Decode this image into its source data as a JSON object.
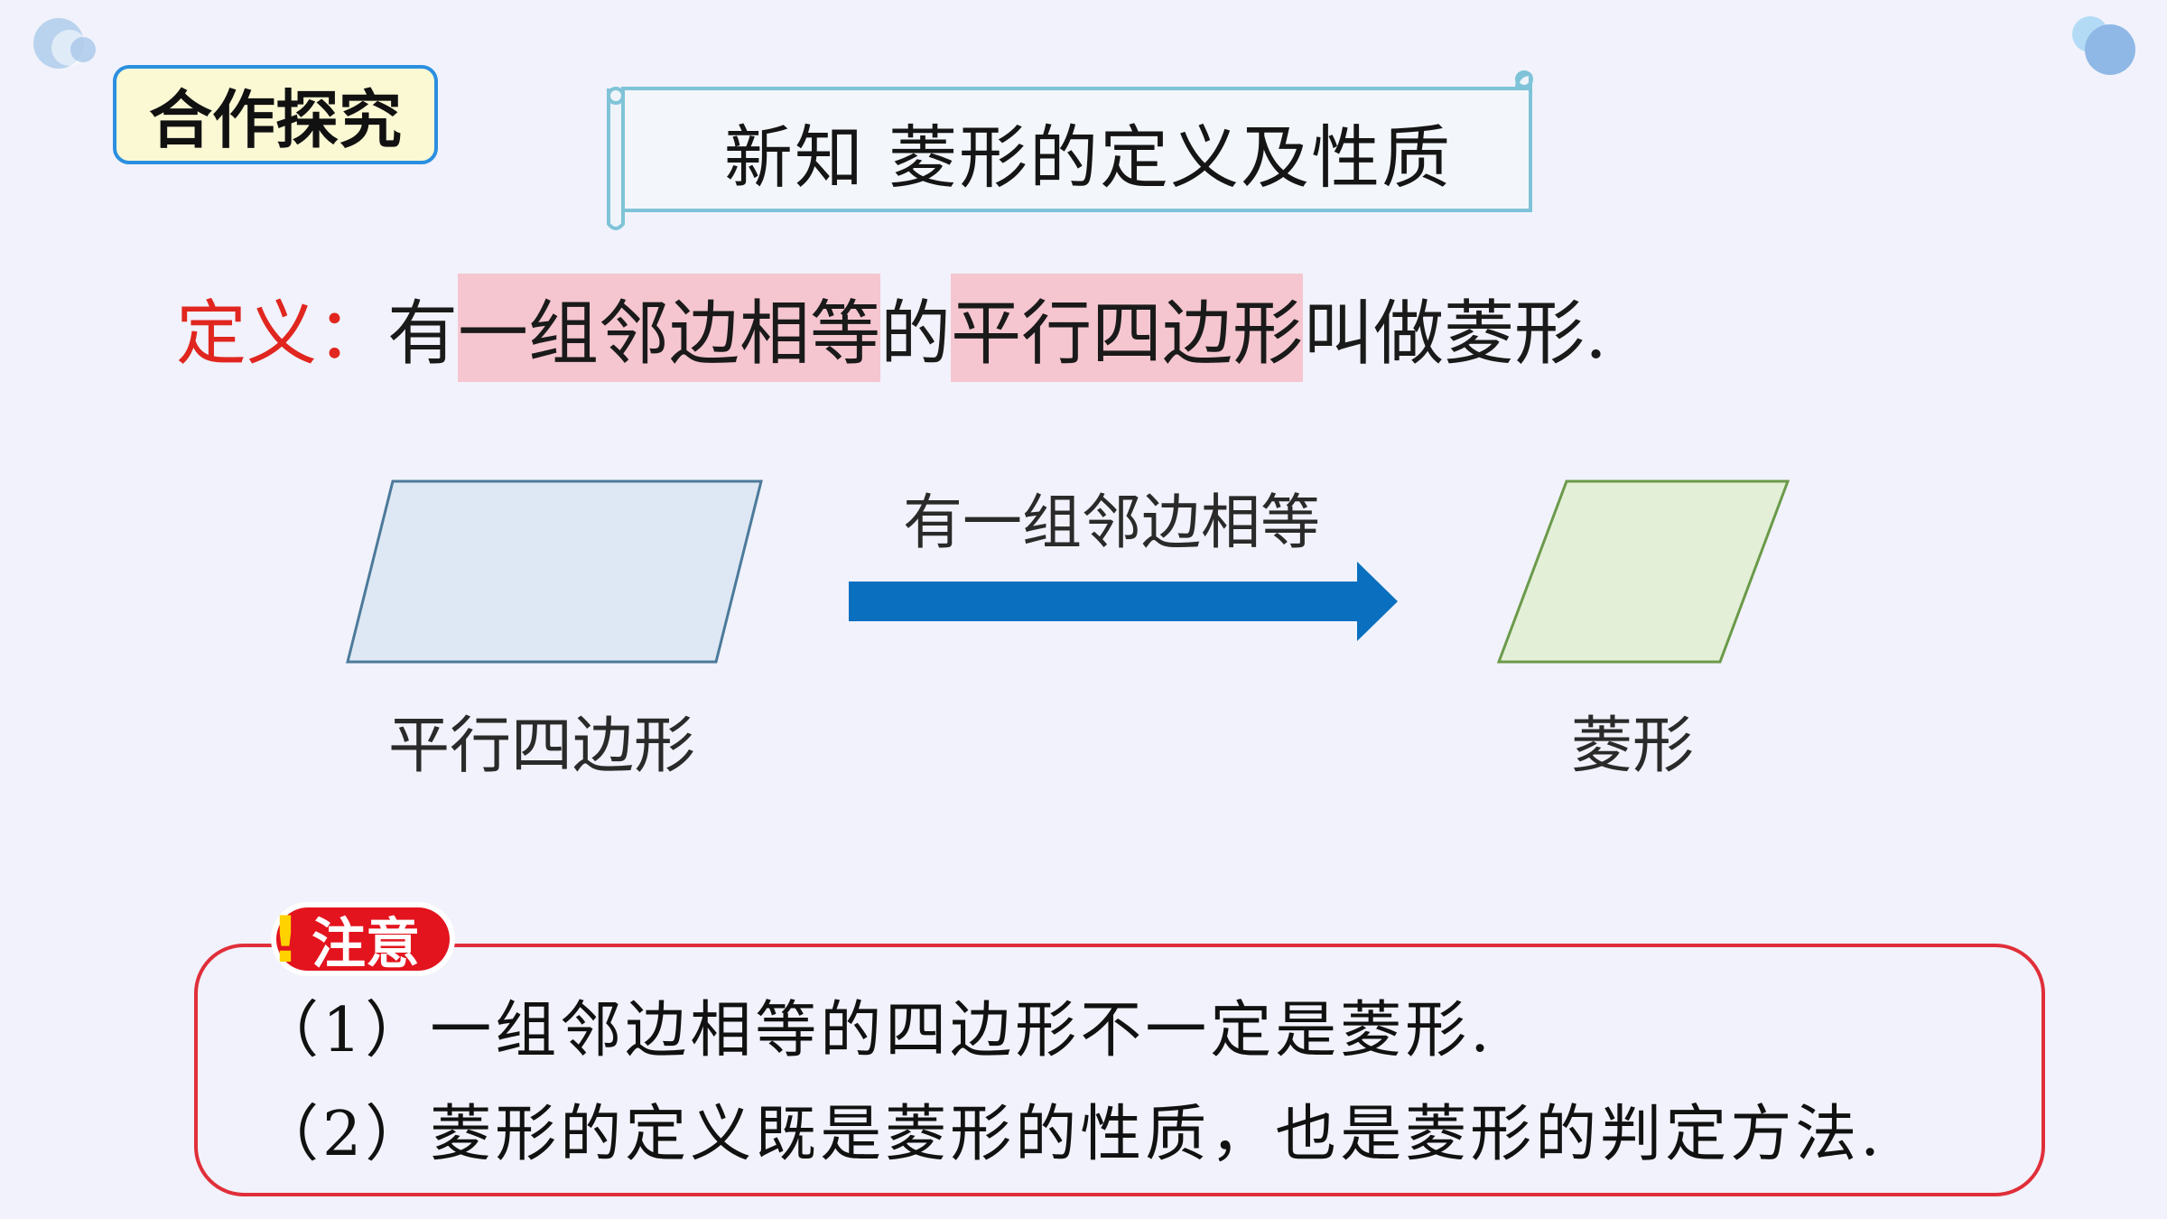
{
  "badge": {
    "label": "合作探究"
  },
  "title": {
    "text": "新知  菱形的定义及性质"
  },
  "definition": {
    "label": "定义：",
    "part1": "有",
    "highlight1": "一组邻边相等",
    "part2": "的",
    "highlight2": "平行四边形",
    "part3": "叫做菱形."
  },
  "diagram": {
    "left_label": "平行四边形",
    "arrow_label": "有一组邻边相等",
    "right_label": "菱形"
  },
  "note": {
    "badge_label": "注意",
    "items": [
      "（1）一组邻边相等的四边形不一定是菱形.",
      "（2）菱形的定义既是菱形的性质，也是菱形的判定方法."
    ]
  },
  "colors": {
    "background": "#f1f2fb",
    "badge_border": "#2b8fe0",
    "badge_fill": "#fbf9d4",
    "definition_label": "#e0261f",
    "highlight": "#f5c6cf",
    "parallelogram_fill": "#dde8f4",
    "parallelogram_stroke": "#4d7a9a",
    "rhombus_fill": "#e3efd7",
    "rhombus_stroke": "#6b9a4a",
    "arrow": "#0a6fbf",
    "note_border": "#e02f3a"
  },
  "icons": {
    "top_left": "bubble-circle-icon",
    "top_right": "bubble-circle-icon",
    "arrow": "right-arrow-icon",
    "note": "exclamation-icon"
  }
}
